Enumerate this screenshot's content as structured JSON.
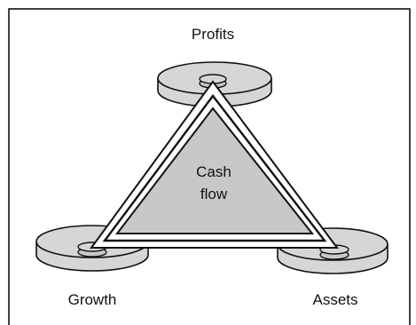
{
  "diagram": {
    "center_label_line1": "Cash",
    "center_label_line2": "flow",
    "nodes": {
      "top": "Profits",
      "left": "Growth",
      "right": "Assets"
    }
  },
  "colors": {
    "triangle_fill": "#c8c8c8",
    "disc_fill": "#d6d6d6",
    "stroke": "#111111",
    "background": "#ffffff"
  }
}
